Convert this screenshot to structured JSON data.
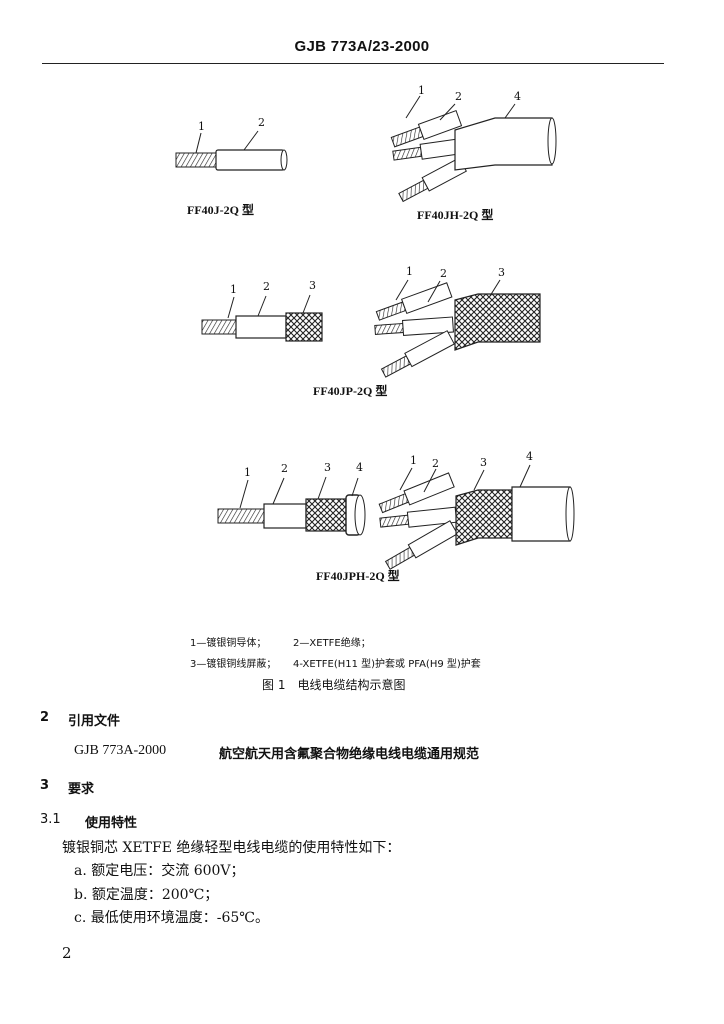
{
  "header": {
    "code": "GJB 773A/23-2000"
  },
  "figures": {
    "ff40j": {
      "caption": "FF40J-2Q 型",
      "labels": [
        "1",
        "2"
      ]
    },
    "ff40jh": {
      "caption": "FF40JH-2Q 型",
      "labels": [
        "1",
        "2",
        "4"
      ]
    },
    "ff40jp": {
      "caption": "FF40JP-2Q 型",
      "labels_single": [
        "1",
        "2",
        "3"
      ],
      "labels_triple": [
        "1",
        "2",
        "3"
      ]
    },
    "ff40jph": {
      "caption": "FF40JPH-2Q 型",
      "labels_single": [
        "1",
        "2",
        "3",
        "4"
      ],
      "labels_triple": [
        "1",
        "2",
        "3",
        "4"
      ]
    }
  },
  "legend": {
    "item1": "1—镀银铜导体；",
    "item2": "2—XETFE绝缘；",
    "item3": "3—镀银铜线屏蔽；",
    "item4": "4-XETFE(H11 型)护套或 PFA(H9 型)护套"
  },
  "figure_title": "图 1　电线电缆结构示意图",
  "section2": {
    "num": "2",
    "title": "引用文件"
  },
  "reference": {
    "code": "GJB 773A-2000",
    "title": "航空航天用含氟聚合物绝缘电线电缆通用规范"
  },
  "section3": {
    "num": "3",
    "title": "要求"
  },
  "section31": {
    "num": "3.1",
    "title": "使用特性"
  },
  "intro": "镀银铜芯 XETFE 绝缘轻型电线电缆的使用特性如下：",
  "items": [
    "a. 额定电压：交流 600V；",
    "b. 额定温度：200℃；",
    "c. 最低使用环境温度：-65℃。"
  ],
  "page_number": "2"
}
